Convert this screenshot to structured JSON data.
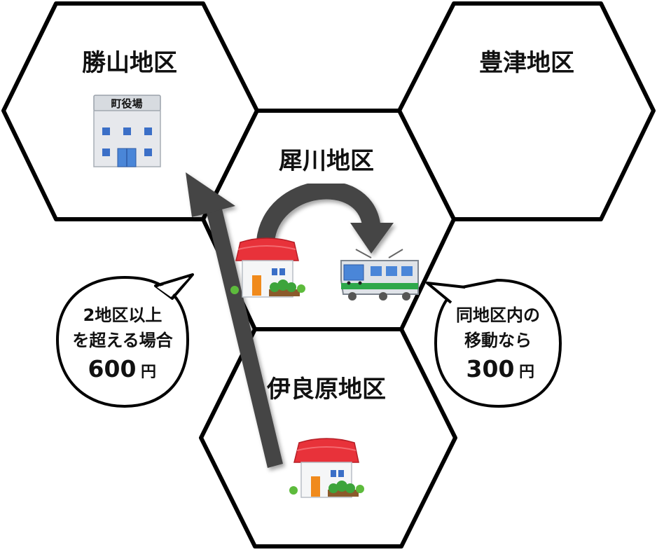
{
  "districts": {
    "katsuyama": "勝山地区",
    "toyotsu": "豊津地区",
    "saigawa": "犀川地区",
    "irabaru": "伊良原地区"
  },
  "town_hall_sign": "町役場",
  "bubbles": {
    "far": {
      "line1": "2地区以上",
      "line2": "を超える場合",
      "price": "600",
      "unit": "円"
    },
    "near": {
      "line1": "同地区内の",
      "line2": "移動なら",
      "price": "300",
      "unit": "円"
    }
  },
  "colors": {
    "hex_stroke": "#000000",
    "arrow": "#444444",
    "roof": "#e8323a",
    "building": "#e6e8ec",
    "window": "#3b6fc7",
    "train_body": "#dfe3e8",
    "train_stripe": "#2ea84a",
    "door": "#f08a1c",
    "bush": "#3da43b"
  }
}
